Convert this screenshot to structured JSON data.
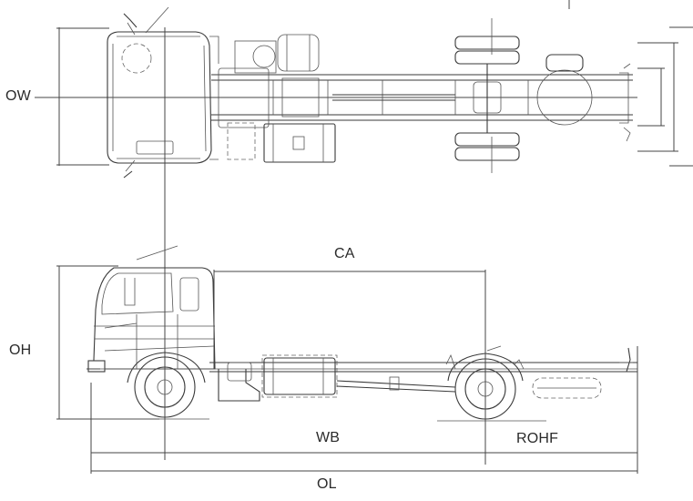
{
  "labels": {
    "ow": "OW",
    "ca": "CA",
    "oh": "OH",
    "wb": "WB",
    "rohf": "ROHF",
    "ol": "OL"
  }
}
